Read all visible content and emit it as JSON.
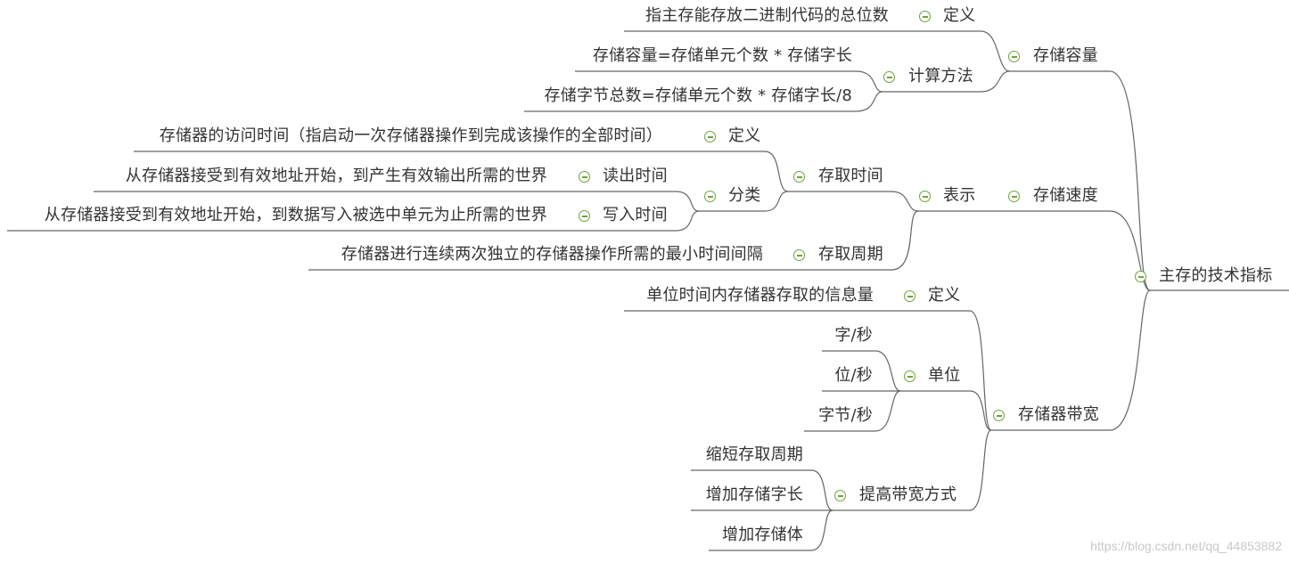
{
  "root": "主存的技术指标",
  "capacity": {
    "label": "存储容量",
    "definition": {
      "label": "定义",
      "text": "指主存能存放二进制代码的总位数"
    },
    "calculation": {
      "label": "计算方法",
      "items": [
        "存储容量=存储单元个数 * 存储字长",
        "存储字节总数=存储单元个数 * 存储字长/8"
      ]
    }
  },
  "speed": {
    "label": "存储速度",
    "representation": {
      "label": "表示",
      "access_time": {
        "label": "存取时间",
        "definition": {
          "label": "定义",
          "text": "存储器的访问时间（指启动一次存储器操作到完成该操作的全部时间）"
        },
        "category": {
          "label": "分类",
          "read": {
            "label": "读出时间",
            "text": "从存储器接受到有效地址开始，到产生有效输出所需的世界"
          },
          "write": {
            "label": "写入时间",
            "text": "从存储器接受到有效地址开始，到数据写入被选中单元为止所需的世界"
          }
        }
      },
      "cycle": {
        "label": "存取周期",
        "text": "存储器进行连续两次独立的存储器操作所需的最小时间间隔"
      }
    }
  },
  "bandwidth": {
    "label": "存储器带宽",
    "definition": {
      "label": "定义",
      "text": "单位时间内存储器存取的信息量"
    },
    "unit": {
      "label": "单位",
      "items": [
        "字/秒",
        "位/秒",
        "字节/秒"
      ]
    },
    "improve": {
      "label": "提高带宽方式",
      "items": [
        "缩短存取周期",
        "增加存储字长",
        "增加存储体"
      ]
    }
  },
  "watermark": "https://blog.csdn.net/qq_44853882",
  "colors": {
    "line": "#666666",
    "toggle": "#6ba53a",
    "text": "#333333"
  }
}
